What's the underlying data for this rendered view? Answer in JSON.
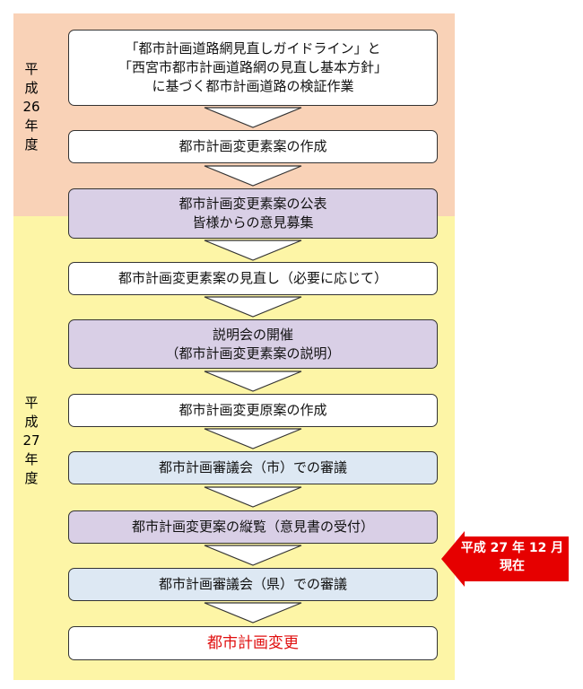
{
  "years": [
    {
      "label": "平\n成\n26\n年\n度"
    },
    {
      "label": "平\n成\n27\n年\n度"
    }
  ],
  "steps": [
    {
      "lines": [
        "「都市計画道路網見直しガイドライン」と",
        "「西宮市都市計画道路網の見直し基本方針」",
        "に基づく都市計画道路の検証作業"
      ],
      "color": "white"
    },
    {
      "lines": [
        "都市計画変更素案の作成"
      ],
      "color": "white"
    },
    {
      "lines": [
        "都市計画変更素案の公表",
        "皆様からの意見募集"
      ],
      "color": "purple"
    },
    {
      "lines": [
        "都市計画変更素案の見直し（必要に応じて）"
      ],
      "color": "white"
    },
    {
      "lines": [
        "説明会の開催",
        "（都市計画変更素案の説明）"
      ],
      "color": "purple"
    },
    {
      "lines": [
        "都市計画変更原案の作成"
      ],
      "color": "white"
    },
    {
      "lines": [
        "都市計画審議会（市）での審議"
      ],
      "color": "blue"
    },
    {
      "lines": [
        "都市計画変更案の縦覧（意見書の受付）"
      ],
      "color": "purple"
    },
    {
      "lines": [
        "都市計画審議会（県）での審議"
      ],
      "color": "blue"
    },
    {
      "lines": [
        "都市計画変更"
      ],
      "color": "white-final"
    }
  ],
  "current_marker": {
    "lines": [
      "平成 27 年 12 月",
      "現在"
    ],
    "color": "#e60000"
  },
  "colors": {
    "band_h26": "#f9d2b7",
    "band_h27": "#fdf5a6",
    "purple_box": "#d9cfe6",
    "blue_box": "#dde8f3",
    "final_text": "#e01010"
  }
}
